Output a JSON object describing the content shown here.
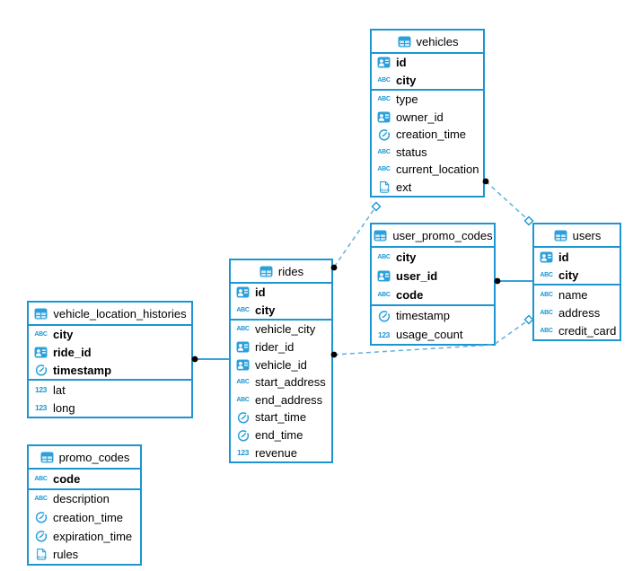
{
  "colors": {
    "accent": "#1b96d2",
    "relationship_dash": "#5fb0de",
    "endpoint_dot": "#000000",
    "table_background": "#ffffff"
  },
  "icons": {
    "table-icon": {
      "desc": "blue table grid"
    },
    "uuid-icon": {
      "desc": "blue id badge with person"
    },
    "text-icon": {
      "glyph": "ABC"
    },
    "number-icon": {
      "glyph": "123"
    },
    "time-icon": {
      "desc": "blue clock face"
    },
    "json-icon": {
      "desc": "document with JSON label",
      "glyph": "JSON"
    }
  },
  "tables": {
    "vehicles": {
      "title": "vehicles",
      "primary_keys": [
        {
          "icon": "uuid-icon",
          "name": "id"
        },
        {
          "icon": "text-icon",
          "name": "city"
        }
      ],
      "columns": [
        {
          "icon": "text-icon",
          "name": "type"
        },
        {
          "icon": "uuid-icon",
          "name": "owner_id"
        },
        {
          "icon": "time-icon",
          "name": "creation_time"
        },
        {
          "icon": "text-icon",
          "name": "status"
        },
        {
          "icon": "text-icon",
          "name": "current_location"
        },
        {
          "icon": "json-icon",
          "name": "ext"
        }
      ]
    },
    "user_promo_codes": {
      "title": "user_promo_codes",
      "primary_keys": [
        {
          "icon": "text-icon",
          "name": "city"
        },
        {
          "icon": "uuid-icon",
          "name": "user_id"
        },
        {
          "icon": "text-icon",
          "name": "code"
        }
      ],
      "columns": [
        {
          "icon": "time-icon",
          "name": "timestamp"
        },
        {
          "icon": "number-icon",
          "name": "usage_count"
        }
      ]
    },
    "users": {
      "title": "users",
      "primary_keys": [
        {
          "icon": "uuid-icon",
          "name": "id"
        },
        {
          "icon": "text-icon",
          "name": "city"
        }
      ],
      "columns": [
        {
          "icon": "text-icon",
          "name": "name"
        },
        {
          "icon": "text-icon",
          "name": "address"
        },
        {
          "icon": "text-icon",
          "name": "credit_card"
        }
      ]
    },
    "rides": {
      "title": "rides",
      "primary_keys": [
        {
          "icon": "uuid-icon",
          "name": "id"
        },
        {
          "icon": "text-icon",
          "name": "city"
        }
      ],
      "columns": [
        {
          "icon": "text-icon",
          "name": "vehicle_city"
        },
        {
          "icon": "uuid-icon",
          "name": "rider_id"
        },
        {
          "icon": "uuid-icon",
          "name": "vehicle_id"
        },
        {
          "icon": "text-icon",
          "name": "start_address"
        },
        {
          "icon": "text-icon",
          "name": "end_address"
        },
        {
          "icon": "time-icon",
          "name": "start_time"
        },
        {
          "icon": "time-icon",
          "name": "end_time"
        },
        {
          "icon": "number-icon",
          "name": "revenue"
        }
      ]
    },
    "vehicle_location_histories": {
      "title": "vehicle_location_histories",
      "primary_keys": [
        {
          "icon": "text-icon",
          "name": "city"
        },
        {
          "icon": "uuid-icon",
          "name": "ride_id"
        },
        {
          "icon": "time-icon",
          "name": "timestamp"
        }
      ],
      "columns": [
        {
          "icon": "number-icon",
          "name": "lat"
        },
        {
          "icon": "number-icon",
          "name": "long"
        }
      ]
    },
    "promo_codes": {
      "title": "promo_codes",
      "primary_keys": [
        {
          "icon": "text-icon",
          "name": "code"
        }
      ],
      "columns": [
        {
          "icon": "text-icon",
          "name": "description"
        },
        {
          "icon": "time-icon",
          "name": "creation_time"
        },
        {
          "icon": "time-icon",
          "name": "expiration_time"
        },
        {
          "icon": "json-icon",
          "name": "rules"
        }
      ]
    }
  },
  "relationships": [
    {
      "from": "vehicle_location_histories",
      "to": "rides",
      "style": "solid",
      "from_marker": "dot",
      "to_marker": "none"
    },
    {
      "from": "user_promo_codes",
      "to": "users",
      "style": "solid",
      "from_marker": "dot",
      "to_marker": "none"
    },
    {
      "from": "vehicles",
      "to": "users",
      "style": "dashed",
      "from_marker": "dot",
      "to_marker": "diamond"
    },
    {
      "from": "rides",
      "to": "vehicles",
      "style": "dashed",
      "from_marker": "dot",
      "to_marker": "diamond"
    },
    {
      "from": "rides",
      "to": "users",
      "style": "dashed",
      "from_marker": "dot",
      "to_marker": "diamond"
    }
  ]
}
